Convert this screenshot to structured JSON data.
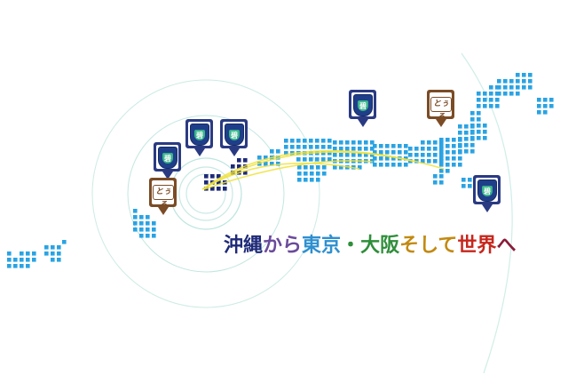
{
  "headline": {
    "segments": [
      {
        "text": "沖縄",
        "color": "#1e2a78"
      },
      {
        "text": "から",
        "color": "#6b4a9b"
      },
      {
        "text": "東京",
        "color": "#2e8fd0"
      },
      {
        "text": "・",
        "color": "#2f8e3a"
      },
      {
        "text": "大阪",
        "color": "#2f8e3a"
      },
      {
        "text": "そして",
        "color": "#c28a12"
      },
      {
        "text": "世界",
        "color": "#c7261c"
      },
      {
        "text": "へ",
        "color": "#8a1c3a"
      }
    ]
  },
  "markers": [
    {
      "kind": "crest",
      "glyph": "碧"
    },
    {
      "kind": "crest",
      "glyph": "碧"
    },
    {
      "kind": "crest",
      "glyph": "碧"
    },
    {
      "kind": "crest",
      "glyph": "碧"
    },
    {
      "kind": "crest",
      "glyph": "碧"
    },
    {
      "kind": "logo",
      "text": "とぅる"
    },
    {
      "kind": "logo",
      "text": "とぅる"
    }
  ],
  "colors": {
    "map_dot": "#2aa3e3",
    "okinawa_dot": "#1e2a78",
    "crest_marker": "#2a3a82",
    "logo_marker": "#7b4c25",
    "route_line": "#f0e23a",
    "circle_stroke": "#8fd3c8"
  }
}
